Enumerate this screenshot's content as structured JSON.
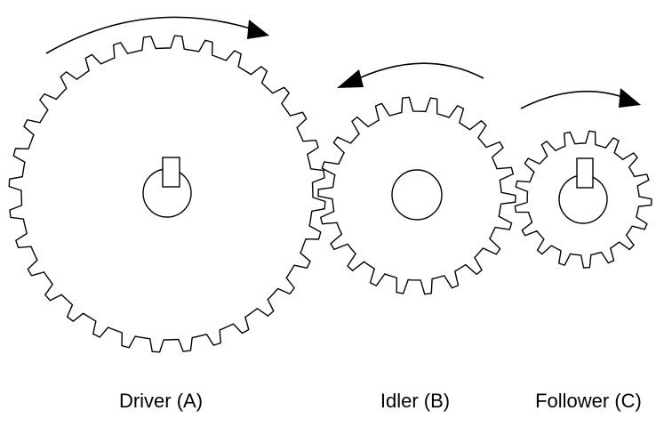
{
  "gears": [
    {
      "id": "driver",
      "label": "Driver (A)",
      "teeth": 32,
      "rotation": "clockwise",
      "keyway": true
    },
    {
      "id": "idler",
      "label": "Idler (B)",
      "teeth": 22,
      "rotation": "counterclockwise",
      "keyway": false
    },
    {
      "id": "follower",
      "label": "Follower (C)",
      "teeth": 17,
      "rotation": "clockwise",
      "keyway": true
    }
  ],
  "colors": {
    "stroke": "#000000",
    "background": "#ffffff"
  }
}
